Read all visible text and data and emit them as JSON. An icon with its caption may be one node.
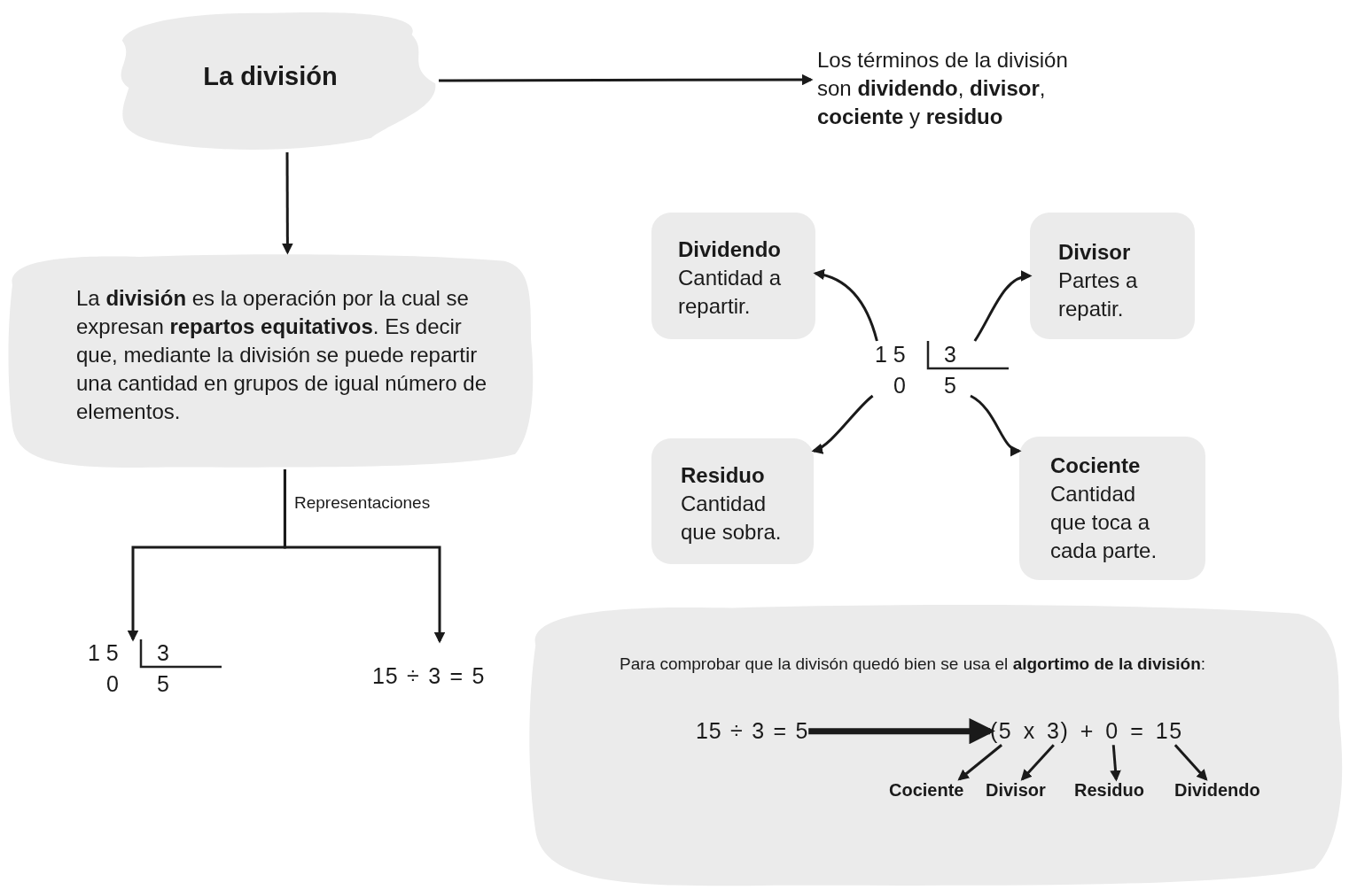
{
  "diagram": {
    "nodes": [
      {
        "text": [
          "La división"
        ]
      },
      {
        "text": [
          "Los términos de la división son **dividendo**, **divisor**, **cociente** y **residuo**"
        ]
      },
      {
        "text": [
          "La **división** es la operación por la cual se expresan **repartos equitativos**. Es decir que, mediante la división se puede repartir una cantidad en grupos de igual número de elementos."
        ]
      },
      {
        "text": [
          "1 5",
          "3",
          "0",
          "5"
        ]
      },
      {
        "text": [
          "15 ÷ 3 = 5"
        ]
      },
      {
        "text": [
          "Dividendo",
          "Cantidad a repartir."
        ]
      },
      {
        "text": [
          "Divisor",
          "Partes a repatir."
        ]
      },
      {
        "text": [
          "1 5",
          "3",
          "0",
          "5"
        ]
      },
      {
        "text": [
          "Residuo",
          "Cantidad que sobra."
        ]
      },
      {
        "text": [
          "Cociente",
          "Cantidad que toca a cada parte."
        ]
      },
      {
        "text": [
          "Para comprobar que la divisón quedó bien se usa el **algortimo de la división**:"
        ]
      },
      {
        "text": [
          "15 ÷ 3 = 5"
        ],
        "in": 10
      },
      {
        "text": [
          "(5 x 3) + 0 = 15"
        ],
        "in": 10
      },
      {
        "text": [
          "Cociente"
        ],
        "in": 10
      },
      {
        "text": [
          "Divisor"
        ],
        "in": 10
      },
      {
        "text": [
          "Residuo"
        ],
        "in": 10
      },
      {
        "text": [
          "Dividendo"
        ],
        "in": 10
      }
    ],
    "edges": [
      {
        "from": 0,
        "to": 1,
        "arrow": "to"
      },
      {
        "from": 0,
        "to": 2,
        "arrow": "to"
      },
      {
        "from": 2,
        "to": 3,
        "arrow": "to",
        "label": "Representaciones"
      },
      {
        "from": 2,
        "to": 4,
        "arrow": "to"
      },
      {
        "from": 7,
        "to": 5,
        "arrow": "to"
      },
      {
        "from": 7,
        "to": 6,
        "arrow": "to"
      },
      {
        "from": 7,
        "to": 8,
        "arrow": "to"
      },
      {
        "from": 7,
        "to": 9,
        "arrow": "to"
      },
      {
        "from": 11,
        "to": 12,
        "arrow": "to",
        "style": "thick"
      },
      {
        "from": 12,
        "to": 13,
        "arrow": "to"
      },
      {
        "from": 12,
        "to": 14,
        "arrow": "to"
      },
      {
        "from": 12,
        "to": 15,
        "arrow": "to"
      },
      {
        "from": 12,
        "to": 16,
        "arrow": "to"
      }
    ]
  }
}
